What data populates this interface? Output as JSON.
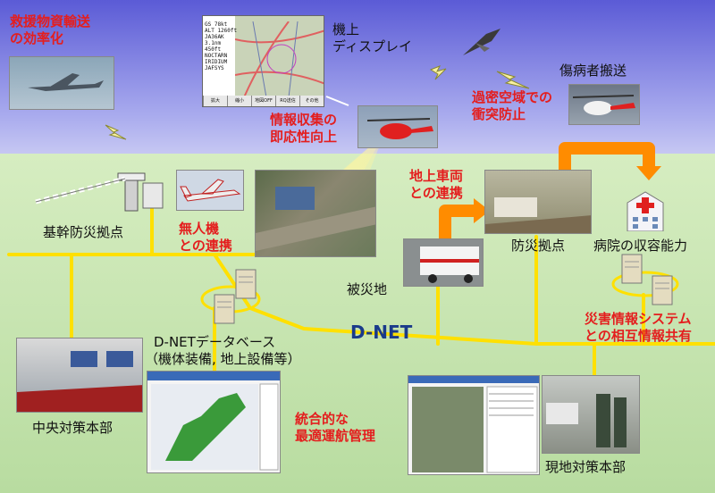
{
  "labels": {
    "relief_transport": [
      "救援物資輸送",
      "の効率化"
    ],
    "onboard_display": [
      "機上",
      "ディスプレイ"
    ],
    "injured_transport": "傷病者搬送",
    "collision_prevention": [
      "過密空域での",
      "衝突防止"
    ],
    "info_collection": [
      "情報収集の",
      "即応性向上"
    ],
    "key_base": "基幹防災拠点",
    "uav": [
      "無人機",
      "との連携"
    ],
    "ground_vehicle": [
      "地上車両",
      "との連携"
    ],
    "disaster_base": "防災拠点",
    "hospital": "病院の収容能力",
    "disaster_area": "被災地",
    "dnet_network": "D-NET",
    "dnet_db": [
      "D-NETデータベース",
      "（機体装備, 地上設備等）"
    ],
    "disaster_info_system": [
      "災害情報システム",
      "との相互情報共有"
    ],
    "central_hq": "中央対策本部",
    "integrated": [
      "統合的な",
      "最適運航管理"
    ],
    "local_hq": "現地対策本部"
  },
  "display": {
    "lines": [
      "GS 78kt",
      "ALT 1260ft",
      "JA36AK",
      "3.1nm",
      "450ft",
      "NOCTARN",
      "IRIDIUM",
      "JAFSYS"
    ],
    "buttons": [
      "拡大",
      "縮小",
      "地図OFF",
      "RQ送信",
      "その他"
    ]
  },
  "colors": {
    "sky_top": "#5b5bd6",
    "sky_bottom": "#c6c8f2",
    "ground": "#cfe8b5",
    "network_line": "#ffe000",
    "arrow": "#ff8c00",
    "label_red": "#e41e1e"
  }
}
